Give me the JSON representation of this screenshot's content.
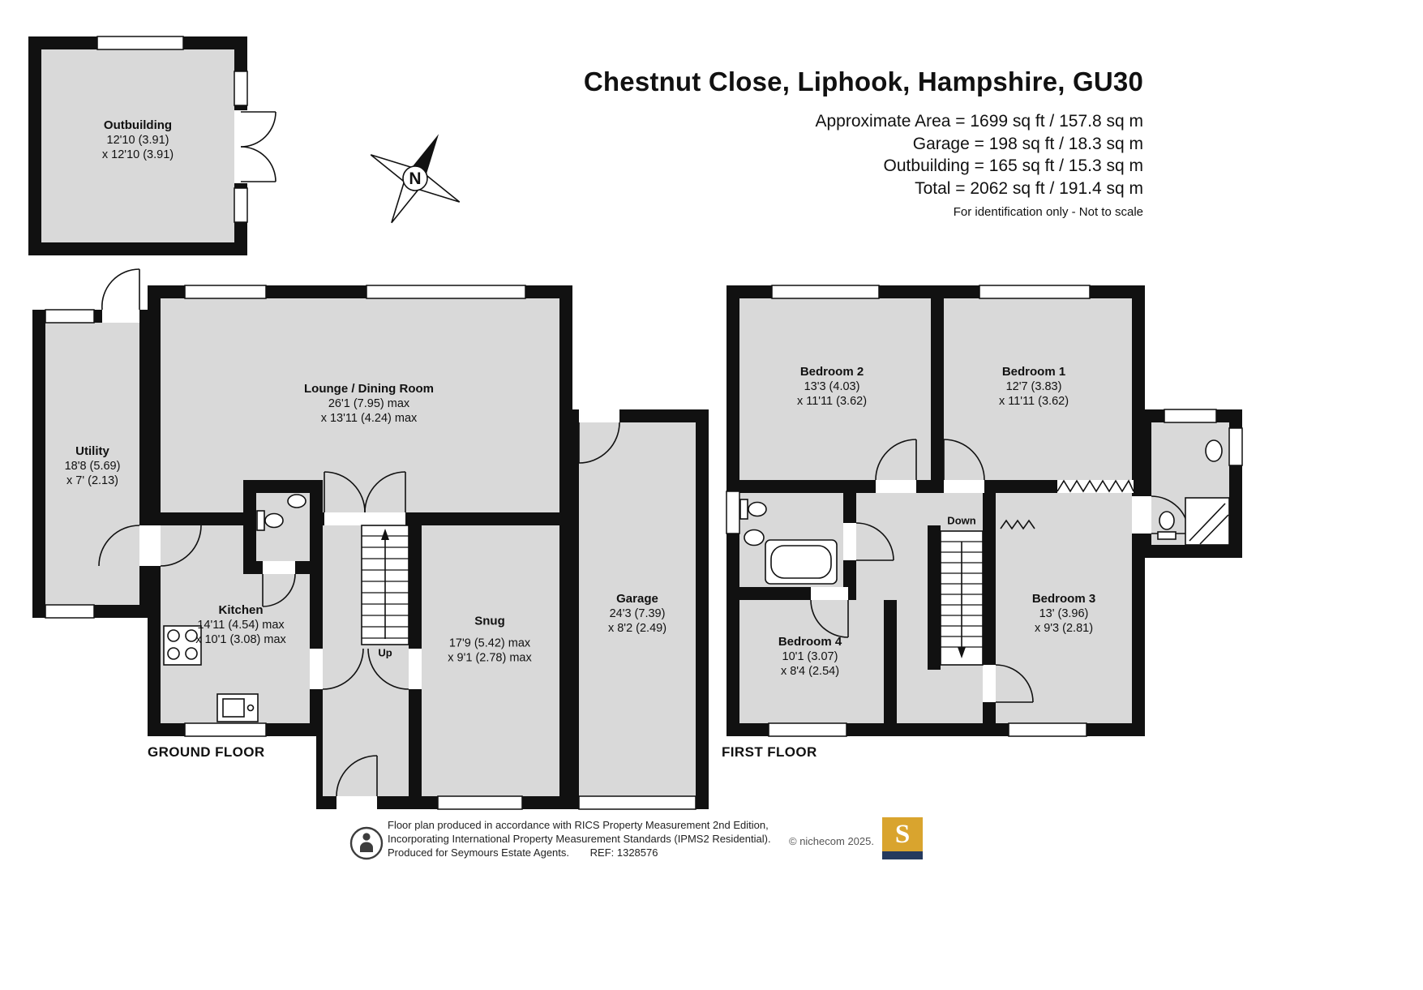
{
  "header": {
    "title": "Chestnut Close, Liphook, Hampshire, GU30",
    "area_lines": [
      "Approximate Area = 1699 sq ft / 157.8 sq m",
      "Garage = 198 sq ft / 18.3 sq m",
      "Outbuilding = 165 sq ft / 15.3 sq m",
      "Total = 2062 sq ft / 191.4 sq m"
    ],
    "disclaimer": "For identification only - Not to scale"
  },
  "compass": {
    "north_label": "N"
  },
  "outbuilding": {
    "name": "Outbuilding",
    "dim1": "12'10 (3.91)",
    "dim2": "x 12'10 (3.91)"
  },
  "ground_floor": {
    "label": "GROUND FLOOR",
    "stairs_label": "Up",
    "rooms": {
      "lounge": {
        "name": "Lounge / Dining Room",
        "dim1": "26'1 (7.95) max",
        "dim2": "x 13'11 (4.24) max"
      },
      "utility": {
        "name": "Utility",
        "dim1": "18'8 (5.69)",
        "dim2": "x 7' (2.13)"
      },
      "kitchen": {
        "name": "Kitchen",
        "dim1": "14'11 (4.54) max",
        "dim2": "x 10'1 (3.08) max"
      },
      "snug": {
        "name": "Snug",
        "dim1": "17'9 (5.42) max",
        "dim2": "x 9'1 (2.78) max"
      },
      "garage": {
        "name": "Garage",
        "dim1": "24'3 (7.39)",
        "dim2": "x 8'2 (2.49)"
      }
    }
  },
  "first_floor": {
    "label": "FIRST FLOOR",
    "stairs_label": "Down",
    "rooms": {
      "bedroom1": {
        "name": "Bedroom 1",
        "dim1": "12'7 (3.83)",
        "dim2": "x 11'11 (3.62)"
      },
      "bedroom2": {
        "name": "Bedroom 2",
        "dim1": "13'3 (4.03)",
        "dim2": "x 11'11 (3.62)"
      },
      "bedroom3": {
        "name": "Bedroom 3",
        "dim1": "13' (3.96)",
        "dim2": "x 9'3 (2.81)"
      },
      "bedroom4": {
        "name": "Bedroom 4",
        "dim1": "10'1 (3.07)",
        "dim2": "x 8'4 (2.54)"
      }
    }
  },
  "footer": {
    "line1": "Floor plan produced in accordance with RICS Property Measurement 2nd Edition,",
    "line2": "Incorporating International Property Measurement Standards (IPMS2 Residential).",
    "line3": "Produced for Seymours Estate Agents.",
    "ref": "REF: 1328576",
    "copyright": "© nichecom 2025.",
    "logo_letter": "S"
  },
  "colors": {
    "room_fill": "#d9d9d9",
    "wall": "#111111",
    "logo_gold": "#d9a42e",
    "logo_navy": "#253a5e"
  }
}
